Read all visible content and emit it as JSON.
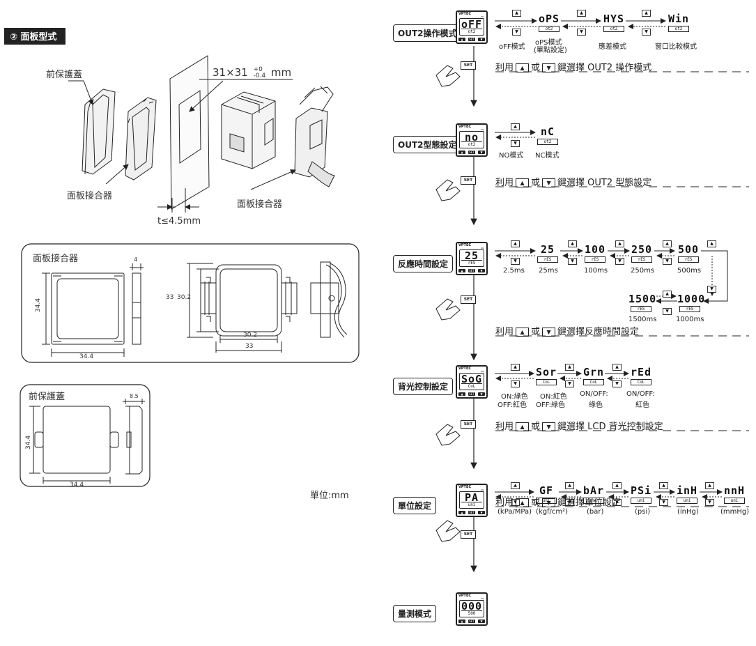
{
  "section_header": "② 面板型式",
  "left": {
    "cover_label": "前保護蓋",
    "connector_label_1": "面板接合器",
    "connector_label_2": "面板接合器",
    "cutout_dim": "31×31",
    "cutout_tol_plus": "+0",
    "cutout_tol_minus": "-0.4",
    "cutout_unit": "mm",
    "thickness": "t≤4.5mm",
    "box1": {
      "title": "面板接合器",
      "dims": {
        "a": "4",
        "b": "34.4",
        "c": "34.4",
        "d": "33",
        "e": "30.2",
        "f": "30.2",
        "g": "33"
      }
    },
    "box2": {
      "title": "前保護蓋",
      "dims": {
        "a": "8.5",
        "b": "34.4",
        "c": "34.4"
      }
    },
    "unit_note": "單位:mm"
  },
  "panel": {
    "brand": "VPTEC",
    "kpa": "kPa",
    "key_up": "▲",
    "key_set": "SET",
    "key_down": "▼"
  },
  "set_label": "SET",
  "up_glyph": "▲",
  "down_glyph": "▼",
  "modes": [
    {
      "title": "OUT2操作模式",
      "display": {
        "big": "oFF",
        "sub": "ot2"
      },
      "options": [
        {
          "big": "oPS",
          "sub": "ot2"
        },
        {
          "big": "HYS",
          "sub": "ot2"
        },
        {
          "big": "Win",
          "sub": "ot2"
        }
      ],
      "captions": [
        "oFF模式",
        "oPS模式",
        "(單點設定)",
        "應差模式",
        "窗口比較模式"
      ],
      "instruction": {
        "pre": "利用",
        "mid": "或",
        "post": "鍵選擇 OUT2 操作模式"
      }
    },
    {
      "title": "OUT2型態設定",
      "display": {
        "big": "no",
        "sub": "ot2"
      },
      "options": [
        {
          "big": "nC",
          "sub": "ot2"
        }
      ],
      "captions": [
        "NO模式",
        "NC模式"
      ],
      "instruction": {
        "pre": "利用",
        "mid": "或",
        "post": "鍵選擇 OUT2 型態設定"
      }
    },
    {
      "title": "反應時間設定",
      "display": {
        "big": "25",
        "sub": "rES"
      },
      "options": [
        {
          "big": "25",
          "sub": "rES"
        },
        {
          "big": "100",
          "sub": "rES"
        },
        {
          "big": "250",
          "sub": "rES"
        },
        {
          "big": "500",
          "sub": "rES"
        },
        {
          "big": "1500",
          "sub": "rES"
        },
        {
          "big": "1000",
          "sub": "rES"
        }
      ],
      "captions": [
        "2.5ms",
        "25ms",
        "100ms",
        "250ms",
        "500ms",
        "1500ms",
        "1000ms"
      ],
      "instruction": {
        "pre": "利用",
        "mid": "或",
        "post": "鍵選擇反應時間設定"
      }
    },
    {
      "title": "背光控制設定",
      "display": {
        "big": "SoG",
        "sub": "CoL"
      },
      "options": [
        {
          "big": "Sor",
          "sub": "CoL"
        },
        {
          "big": "Grn",
          "sub": "CoL"
        },
        {
          "big": "rEd",
          "sub": "CoL"
        }
      ],
      "captions": [
        "ON:綠色",
        "OFF:紅色",
        "ON:紅色",
        "OFF:綠色",
        "ON/OFF:",
        "綠色",
        "ON/OFF:",
        "紅色"
      ],
      "instruction": {
        "pre": "利用",
        "mid": "或",
        "post": "鍵選擇 LCD 背光控制設定"
      }
    },
    {
      "title": "單位設定",
      "display": {
        "big": "PA",
        "sub": "uni"
      },
      "options": [
        {
          "big": "GF",
          "sub": "uni"
        },
        {
          "big": "bAr",
          "sub": "uni"
        },
        {
          "big": "PSi",
          "sub": "uni"
        },
        {
          "big": "inH",
          "sub": "uni"
        },
        {
          "big": "nnH",
          "sub": "uni"
        }
      ],
      "captions": [
        "(kPa/MPa)",
        "(kgf/cm²)",
        "(bar)",
        "(psi)",
        "(inHg)",
        "(mmHg)"
      ],
      "instruction": {
        "pre": "利用",
        "mid": "或",
        "post": "鍵選擇單位設定"
      }
    },
    {
      "title": "量測模式",
      "display": {
        "big": "000",
        "sub": "500"
      }
    }
  ],
  "colors": {
    "ink": "#222222",
    "header_bg": "#222222",
    "header_fg": "#ffffff"
  }
}
